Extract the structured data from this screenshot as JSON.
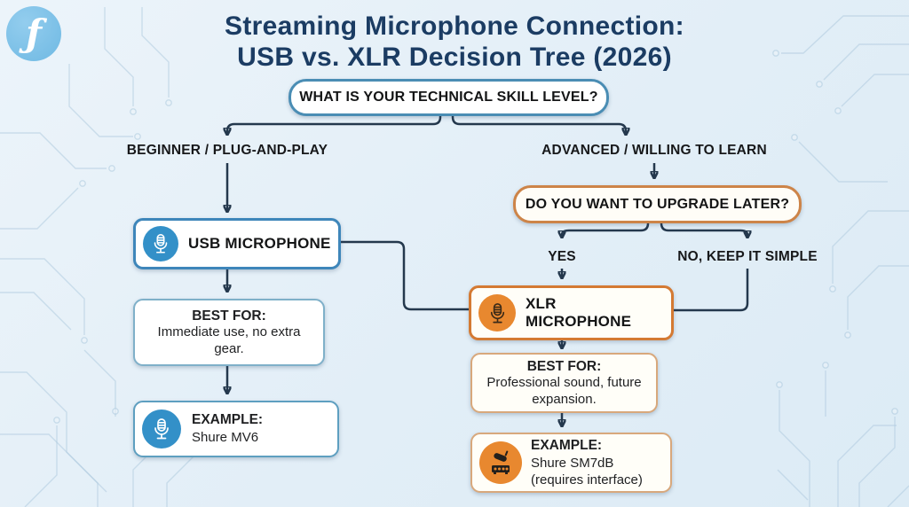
{
  "title": {
    "line1": "Streaming Microphone Connection:",
    "line2": "USB vs. XLR Decision Tree (2026)"
  },
  "logo": {
    "glyph": "ƒ"
  },
  "flow": {
    "root_question": "WHAT IS YOUR TECHNICAL SKILL LEVEL?",
    "branches": {
      "left": {
        "label": "BEGINNER / PLUG-AND-PLAY"
      },
      "right": {
        "label": "ADVANCED / WILLING TO LEARN"
      }
    },
    "usb": {
      "title": "USB MICROPHONE",
      "best_for": {
        "label": "BEST FOR:",
        "text": "Immediate use, no extra gear."
      },
      "example": {
        "label": "EXAMPLE:",
        "model": "Shure MV6"
      }
    },
    "upgrade_question": "DO YOU WANT TO UPGRADE LATER?",
    "answers": {
      "yes": "YES",
      "no": "NO, KEEP IT SIMPLE"
    },
    "xlr": {
      "title": "XLR MICROPHONE",
      "best_for": {
        "label": "BEST FOR:",
        "text": "Professional sound, future expansion."
      },
      "example": {
        "label": "EXAMPLE:",
        "model": "Shure SM7dB",
        "note": "(requires interface)"
      }
    }
  },
  "colors": {
    "background": "#e2eef7",
    "title_navy": "#1b3c63",
    "connector_navy": "#24384d",
    "usb_blue": "#3e86ba",
    "usb_icon_blue": "#3390c8",
    "xlr_orange": "#d47a33",
    "xlr_icon_orange": "#e8882f",
    "circuit_trace": "#aecbdf"
  }
}
